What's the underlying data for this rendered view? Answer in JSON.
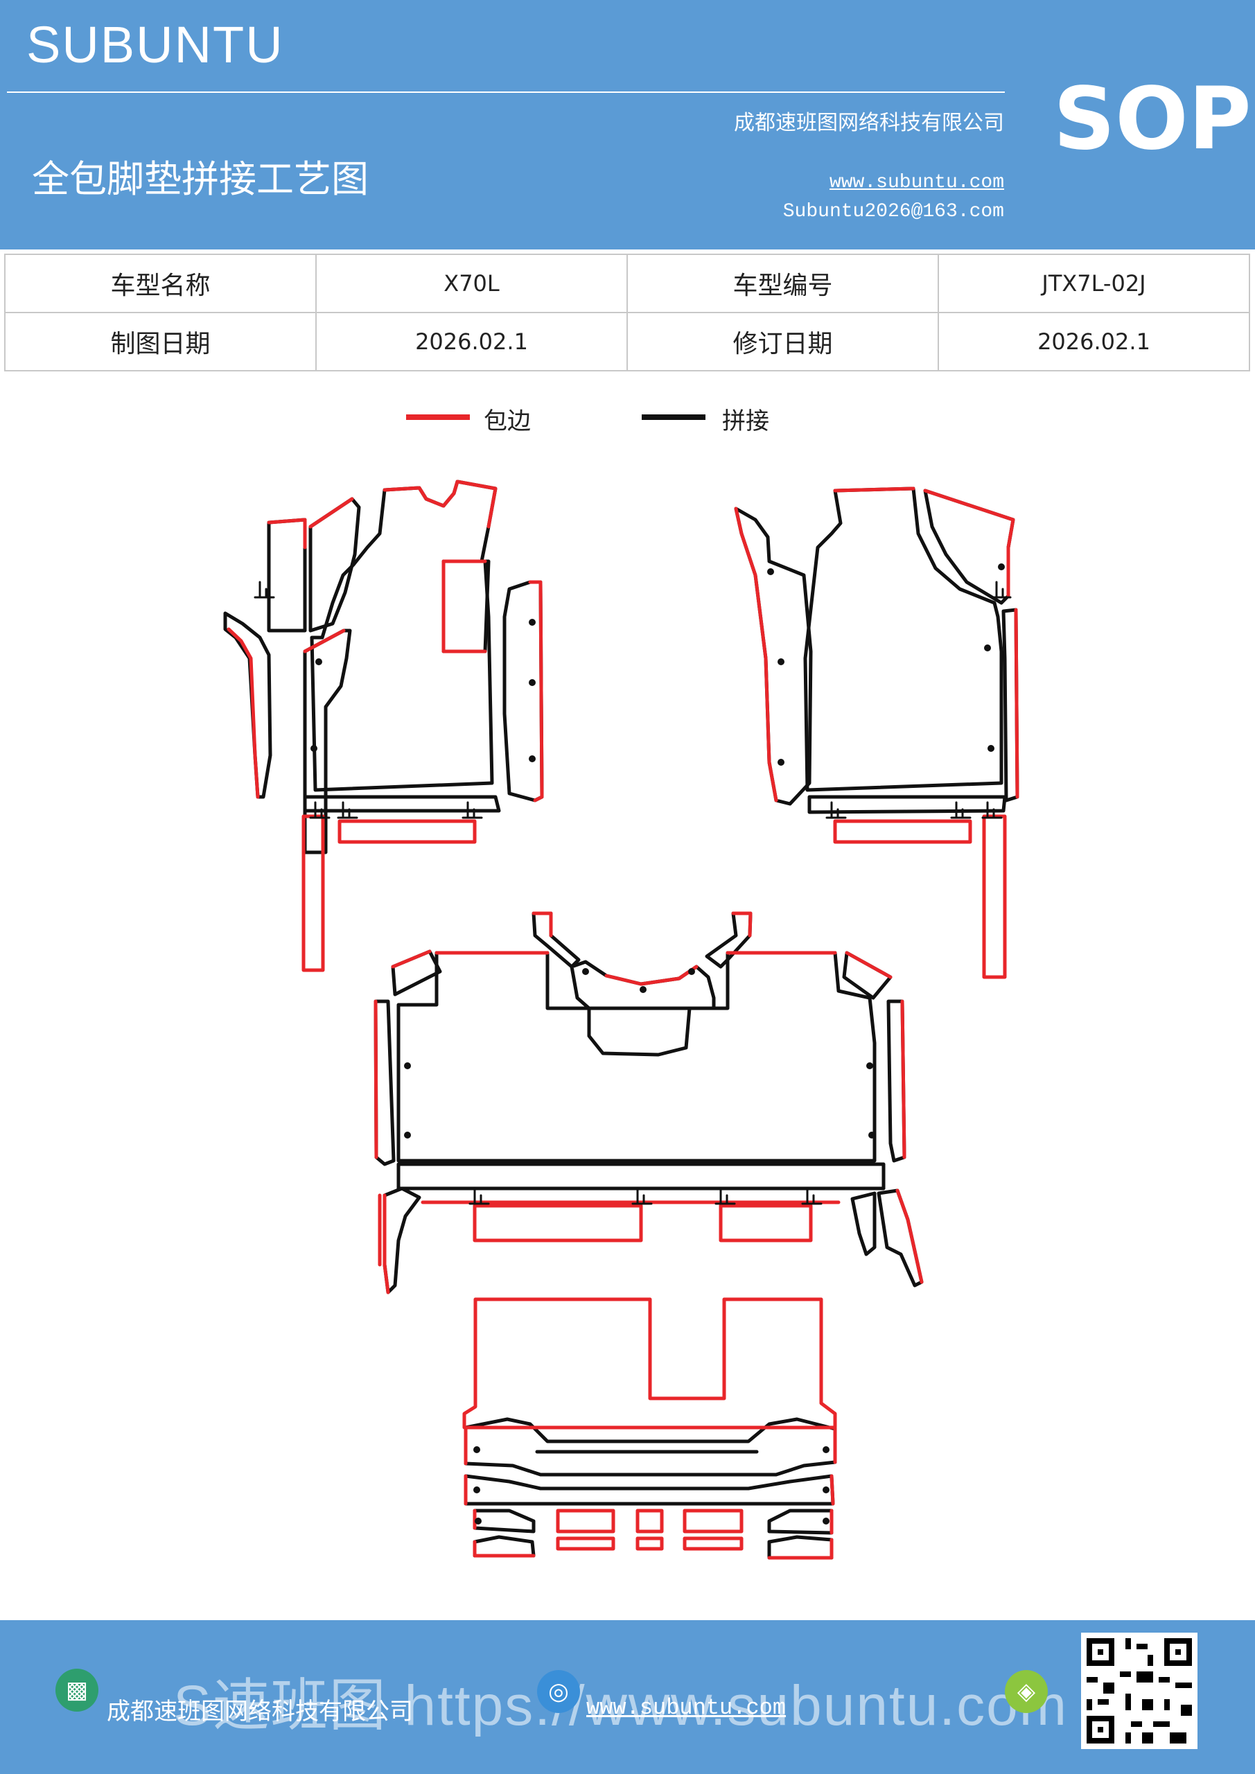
{
  "header": {
    "brand": "SUBUNTU",
    "title": "全包脚垫拼接工艺图",
    "company": "成都速班图网络科技有限公司",
    "website": "www.subuntu.com",
    "email": "Subuntu2026@163.com",
    "badge": "SOP"
  },
  "info_table": {
    "rows": [
      {
        "label1": "车型名称",
        "value1": "X70L",
        "label2": "车型编号",
        "value2": "JTX7L-02J"
      },
      {
        "label1": "制图日期",
        "value1": "2026.02.1",
        "label2": "修订日期",
        "value2": "2026.02.1"
      }
    ]
  },
  "legend": {
    "items": [
      {
        "label": "包边",
        "color": "#e8262a"
      },
      {
        "label": "拼接",
        "color": "#111111"
      }
    ]
  },
  "colors": {
    "header_bg": "#5b9bd5",
    "edge": "#e8262a",
    "seam": "#111111",
    "footer_icon_left": "#2e9e6e",
    "footer_icon_mid": "#3a8fd8",
    "footer_icon_right": "#8cc63f"
  },
  "footer": {
    "company": "成都速班图网络科技有限公司",
    "website": "www.subuntu.com",
    "watermark": "S速班图 https://www.subuntu.com",
    "icons": [
      "building-icon",
      "globe-icon",
      "wechat-icon",
      "qr-code"
    ]
  }
}
